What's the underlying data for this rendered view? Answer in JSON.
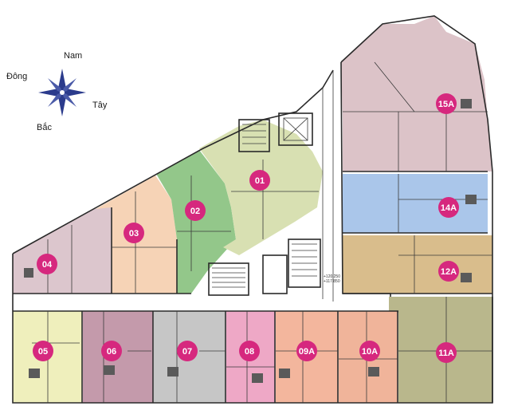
{
  "compass": {
    "north_label": "Nam",
    "east_label": "Đông",
    "west_label": "Tây",
    "south_label": "Bắc",
    "star_color": "#2b3b8c"
  },
  "units": [
    {
      "id": "15A",
      "color": "#dcc3c8"
    },
    {
      "id": "14A",
      "color": "#aac6ea"
    },
    {
      "id": "12A",
      "color": "#d9bd8c"
    },
    {
      "id": "11A",
      "color": "#b9b78c"
    },
    {
      "id": "10A",
      "color": "#f0b49a"
    },
    {
      "id": "09A",
      "color": "#f3b69d"
    },
    {
      "id": "08",
      "color": "#eea8c6"
    },
    {
      "id": "07",
      "color": "#c6c6c6"
    },
    {
      "id": "06",
      "color": "#c49aab"
    },
    {
      "id": "05",
      "color": "#efefbc"
    },
    {
      "id": "04",
      "color": "#dcc6cd"
    },
    {
      "id": "03",
      "color": "#f6d3b6"
    },
    {
      "id": "02",
      "color": "#93c78a"
    },
    {
      "id": "01",
      "color": "#d8e0b2"
    }
  ],
  "marker_color": "#d6287e",
  "core_text": "+120.250 +117.850"
}
